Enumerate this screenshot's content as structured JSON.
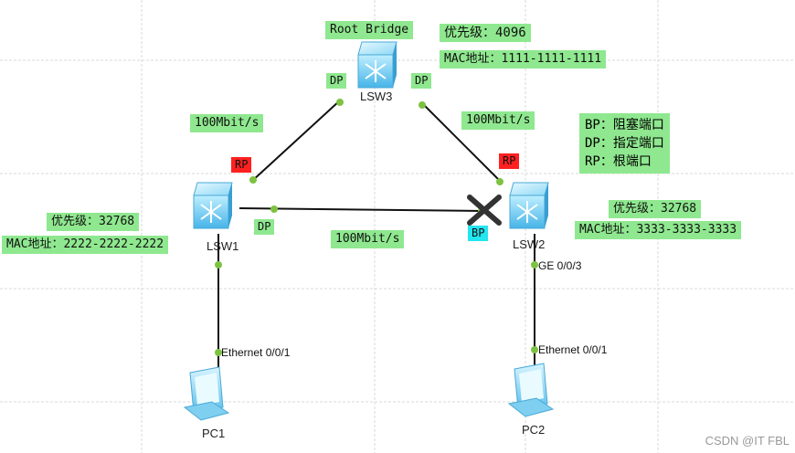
{
  "root_bridge_label": "Root Bridge",
  "lsw3": {
    "name": "LSW3",
    "priority": "优先级：4096",
    "mac": "MAC地址：1111-1111-1111",
    "port_left": "DP",
    "port_right": "DP"
  },
  "lsw1": {
    "name": "LSW1",
    "priority": "优先级：32768",
    "mac": "MAC地址：2222-2222-2222",
    "port_up": "RP",
    "port_right": "DP",
    "iface_down": ""
  },
  "lsw2": {
    "name": "LSW2",
    "priority": "优先级：32768",
    "mac": "MAC地址：3333-3333-3333",
    "port_up": "RP",
    "port_left": "BP",
    "iface_down": "GE 0/0/3"
  },
  "pc1": {
    "name": "PC1",
    "iface": "Ethernet 0/0/1"
  },
  "pc2": {
    "name": "PC2",
    "iface": "Ethernet 0/0/1"
  },
  "links": {
    "lsw3_lsw1": "100Mbit/s",
    "lsw3_lsw2": "100Mbit/s",
    "lsw1_lsw2": "100Mbit/s"
  },
  "legend": [
    "BP：阻塞端口",
    "DP：指定端口",
    "RP：根端口"
  ],
  "watermark": "CSDN @IT FBL",
  "colors": {
    "tag_green": "#8fe88f",
    "rp_red": "#ff2020",
    "bp_cyan": "#22e6f0",
    "port_dot": "#7dc242"
  }
}
